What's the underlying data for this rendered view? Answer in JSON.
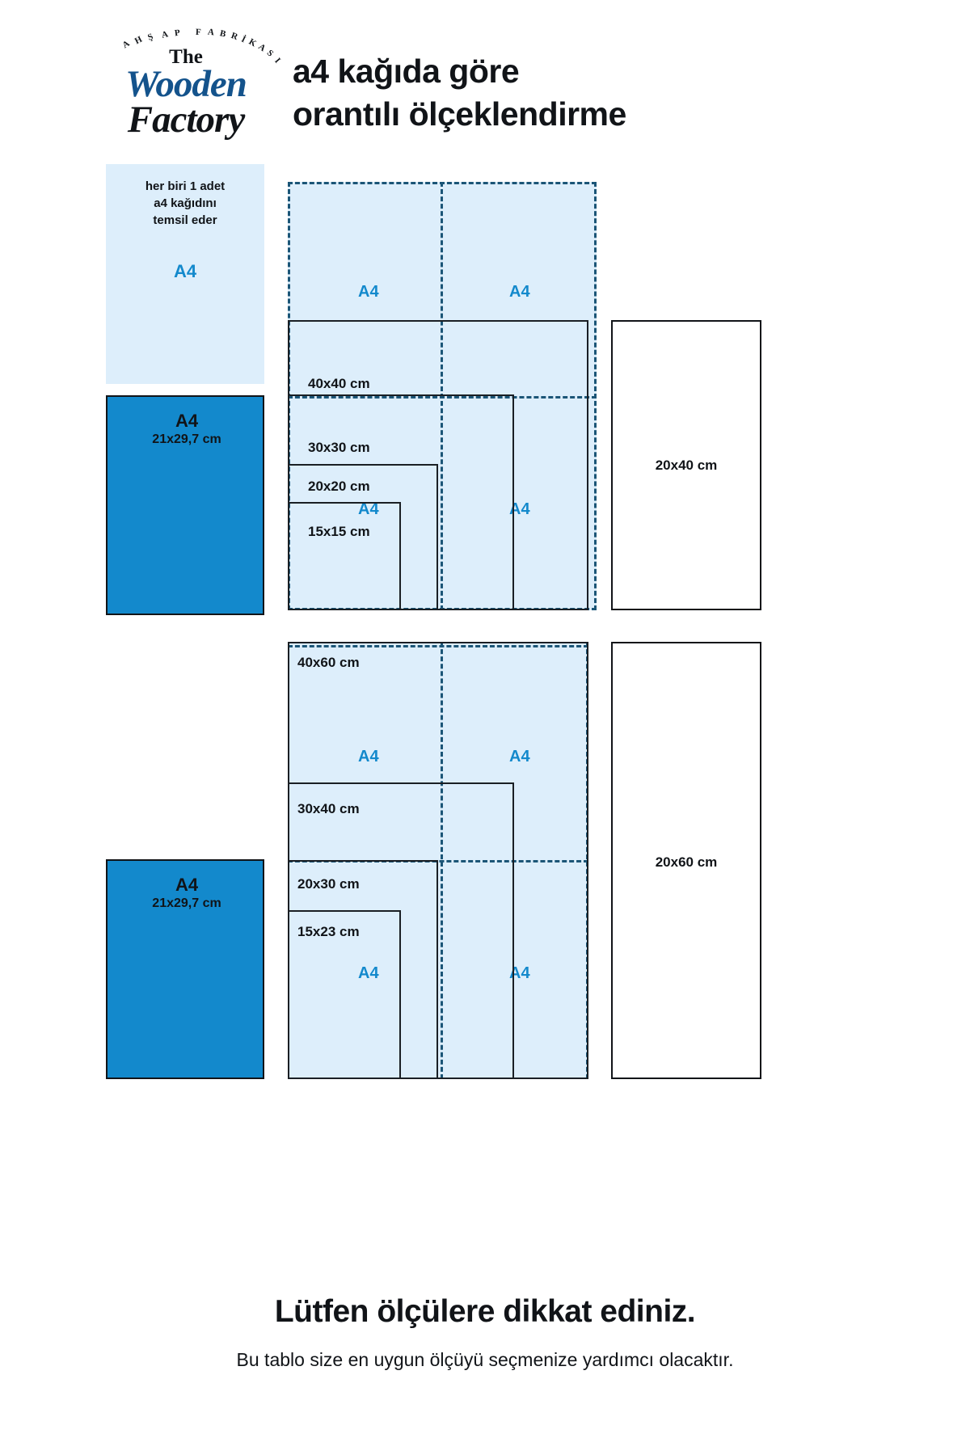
{
  "brand": {
    "arc_text": "AHŞAP FABRİKASI",
    "line1": "The",
    "line2": "Wooden",
    "line3": "Factory"
  },
  "header": {
    "title_line1": "a4 kağıda göre",
    "title_line2": "orantılı ölçeklendirme"
  },
  "legend": {
    "note": "her biri 1 adet\na4 kağıdını\ntemsil eder",
    "note_line1": "her biri 1 adet",
    "note_line2": "a4 kağıdını",
    "note_line3": "temsil eder",
    "a4_label": "A4"
  },
  "reference": {
    "a4_label": "A4",
    "a4_dimension": "21x29,7 cm"
  },
  "colors": {
    "accent_blue": "#1389cc",
    "light_blue_fill": "#ddeefb",
    "dash_stroke": "#1b5577",
    "ink": "#111418",
    "logo_blue": "#14538c"
  },
  "groups": [
    {
      "name": "square-group",
      "sizes": [
        "40x40 cm",
        "30x30 cm",
        "20x20 cm",
        "15x15 cm"
      ],
      "a4_cells": [
        "A4",
        "A4",
        "A4",
        "A4"
      ],
      "side_box": "20x40 cm"
    },
    {
      "name": "portrait-group",
      "sizes": [
        "40x60 cm",
        "30x40 cm",
        "20x30 cm",
        "15x23 cm"
      ],
      "a4_cells": [
        "A4",
        "A4",
        "A4",
        "A4"
      ],
      "side_box": "20x60 cm"
    }
  ],
  "footer": {
    "headline": "Lütfen ölçülere dikkat ediniz.",
    "subline": "Bu tablo size en uygun ölçüyü seçmenize yardımcı olacaktır."
  }
}
